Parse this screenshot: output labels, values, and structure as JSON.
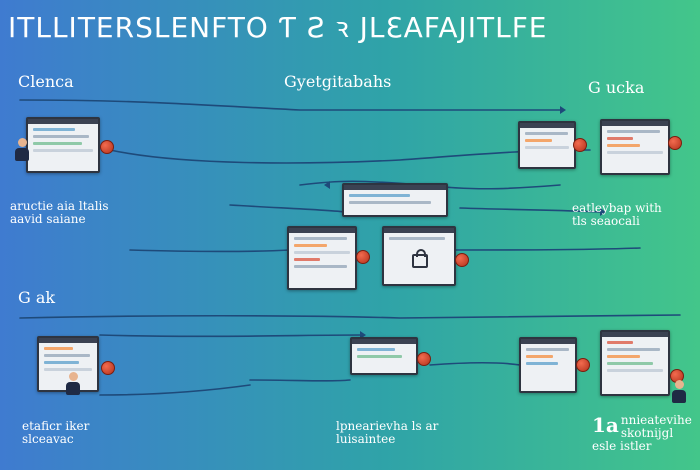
{
  "colors": {
    "bg_left": "#3f7bd0",
    "bg_mid": "#2fa3a8",
    "bg_right": "#43c68a",
    "line": "#1e4a7a",
    "text": "#ffffff"
  },
  "title": "ITLLITERSLENFTO Ƭ Ƨ ꝛ JLԐAFAJITLFE",
  "sections": {
    "top_left": "Clenca",
    "top_center": "Gyetgitabahs",
    "top_right": "G ucka",
    "middle_left": "G ak"
  },
  "captions": {
    "mid_left": [
      "aructie aia ltalis",
      "aavid saiane"
    ],
    "mid_right": [
      "eatleybap with",
      "tls seaocali"
    ],
    "bot_left": [
      "etaficr iker",
      "slceavac"
    ],
    "bot_center": [
      "lpnearievha ls ar",
      "luisaintee"
    ],
    "bot_right_prefix": "1a",
    "bot_right": [
      "nnieatevihe",
      "skotnijgl",
      "esle istler"
    ]
  },
  "icons": {
    "window": "app-window-icon",
    "bug": "bug-icon",
    "lock": "lock-icon",
    "person": "user-icon"
  }
}
